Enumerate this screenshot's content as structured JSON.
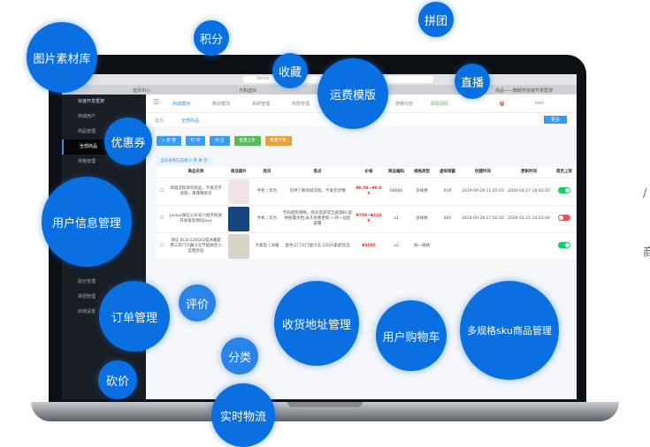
{
  "browser": {
    "url": "demo",
    "tab_left": "首页中心",
    "tab_mid": "方和虚拟",
    "tab_right": "商品——微服务快速开发框架"
  },
  "sidebar": {
    "title": "快速开发框架",
    "items": [
      "商城用户",
      "商品管理",
      "全部商品",
      "规格管理",
      "",
      "",
      "",
      "砍价管理",
      "拼团管理",
      "商城设置"
    ]
  },
  "header": {
    "nav": [
      "商城模块",
      "微信模块",
      "系统管理",
      "权限管理"
    ],
    "search": "搜索内容",
    "code_link": "获取源码",
    "user": "test",
    "badge": "8"
  },
  "breadcrumb": [
    "首页",
    "全部商品"
  ],
  "more_button": "更多",
  "toolbar": [
    {
      "label": "+ 新 增",
      "color": "#3a9bf0"
    },
    {
      "label": "打 印",
      "color": "#3a9bf0"
    },
    {
      "label": "导 出",
      "color": "#3a9bf0"
    },
    {
      "label": "批量上架",
      "color": "#5cb85c"
    },
    {
      "label": "批量下架",
      "color": "#e6a23c"
    }
  ],
  "hint": "当前表格已选择 0 项  清 空",
  "table": {
    "headers": [
      "",
      "商品名称",
      "商品图片",
      "类目",
      "卖点",
      "价格",
      "商品编码",
      "规格类型",
      "虚拟销量",
      "创建时间",
      "更新时间",
      "是否上架"
    ],
    "rows": [
      {
        "name": "商城流程演示商品，不发货不退款，请谨慎购买",
        "category": "手机 | 华为",
        "point": "仅供了解商城流程，不发货货哦",
        "price": "¥0.09~¥0.98",
        "code": "66666",
        "spec": "多规格",
        "sales": "919",
        "created": "2019-09-29 11:45:03",
        "updated": "2020-04-27 18:42:05",
        "on_sale": true,
        "img_color": "#f1e4e6"
      },
      {
        "name": "Jooluo微信公众号小程序商城开发框架源码Java",
        "category": "手机 | 华为",
        "point": "代码结构清晰，购买后获得全部源码,提供部署文档,永久免费更新,一对一远程部署",
        "price": "¥799~¥2199",
        "code": "a1",
        "spec": "多规格",
        "sales": "805",
        "created": "2019-09-28 17:50:16",
        "updated": "2020-02-21 14:23:44",
        "on_sale": false,
        "img_color": "#16457e"
      },
      {
        "name": "海信 BCD-220D/Q电冰箱家用三开门冷藏冷冻节能静音小型租房宿",
        "category": "大家电 | 冰箱",
        "point": "金色三门冷门能冷冻 220升家庭优选",
        "price": "¥3595",
        "code": "a2",
        "spec": "统一规格",
        "sales": "",
        "created": "",
        "updated": "",
        "on_sale": true,
        "img_color": "#d9d4c8"
      }
    ]
  },
  "bubbles": [
    "积分",
    "拼团",
    "图片素材库",
    "收藏",
    "运费模版",
    "直播",
    "优惠券",
    "多规格sku商品管理",
    "用户信息管理",
    "订单管理",
    "评价",
    "分类",
    "用户购物车",
    "收货地址管理",
    "砍价",
    "实时物流"
  ],
  "side_fragments": [
    "/",
    "商"
  ],
  "colors": {
    "bubble": "#0a6fe0",
    "accent": "#3a8ee6",
    "sidebar": "#191d24"
  }
}
